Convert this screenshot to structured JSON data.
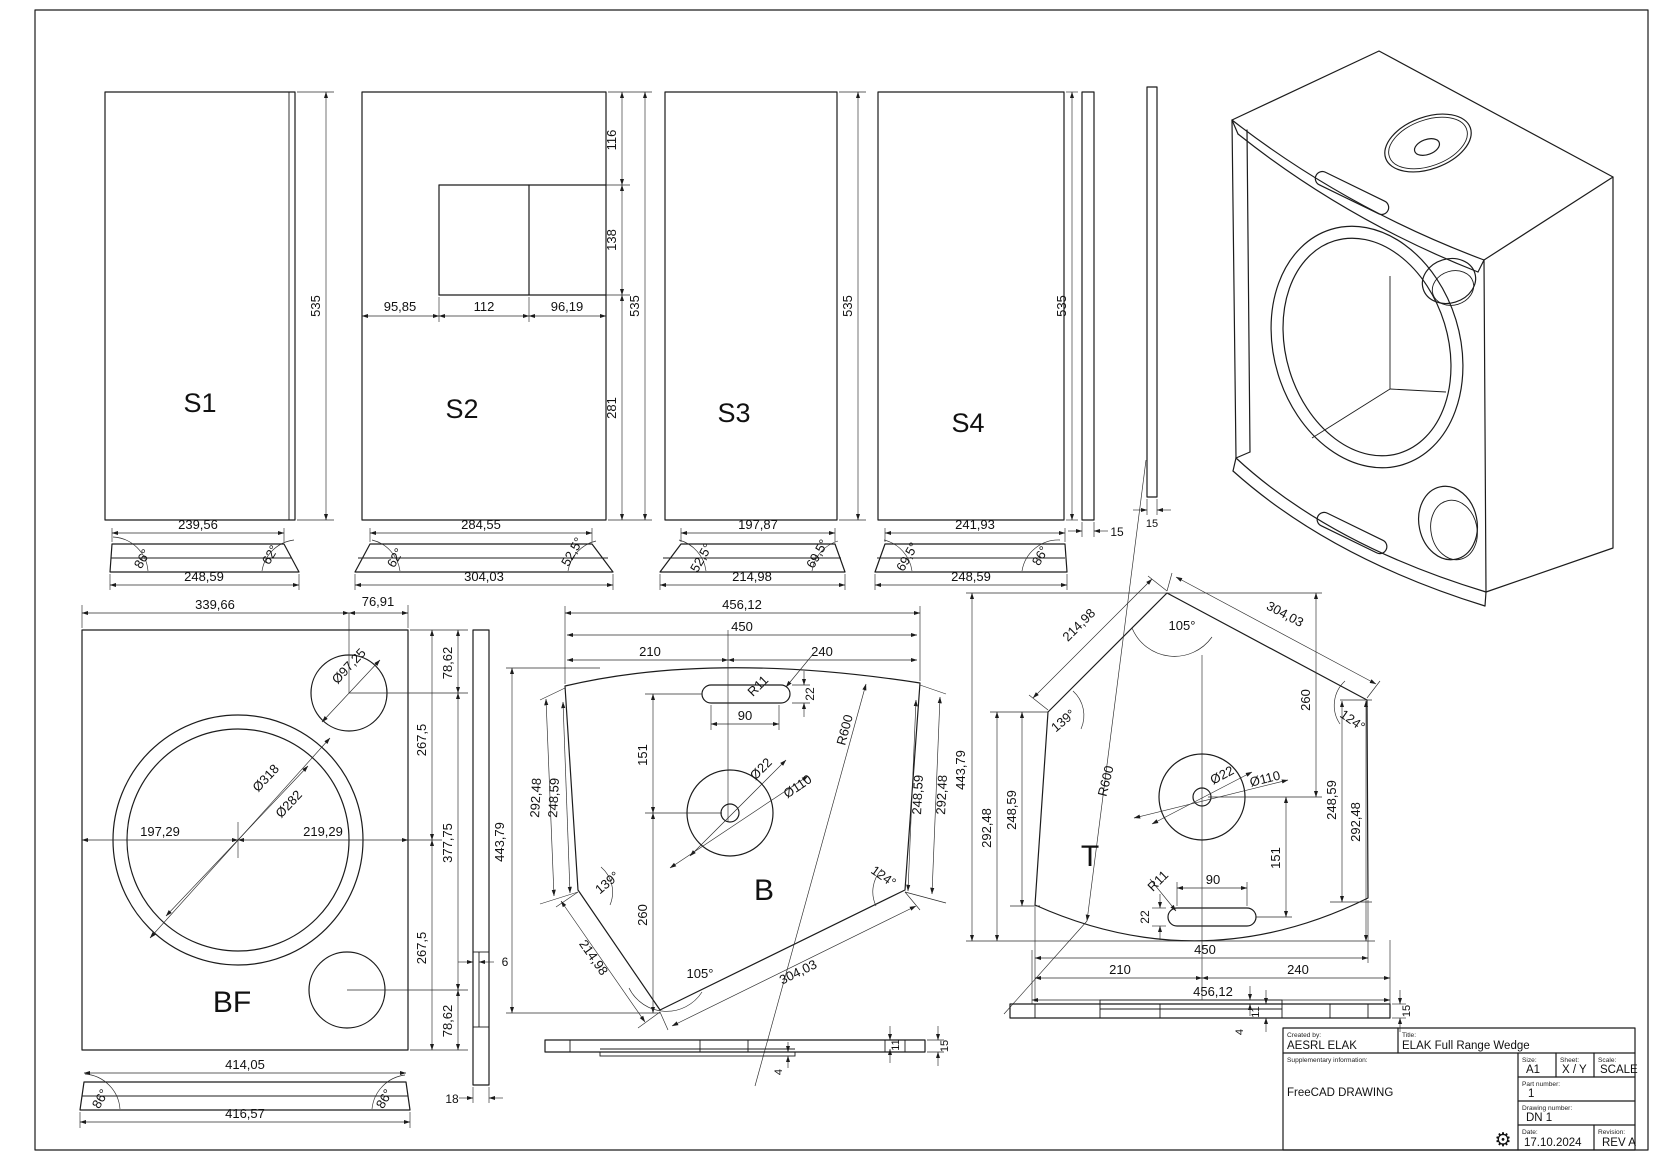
{
  "sheet": {
    "background": "#ffffff",
    "line_color": "#1c1c1c"
  },
  "s1": {
    "label": "S1",
    "height": "535",
    "top_width": "239,56",
    "angle_left": "86°",
    "angle_right": "62°",
    "bottom_width": "248,59"
  },
  "s2": {
    "label": "S2",
    "height": "535",
    "seg_top": "116",
    "seg_mid": "138",
    "seg_bottom": "281",
    "col_left": "95,85",
    "col_mid": "112",
    "col_right": "96,19",
    "top_width": "284,55",
    "angle_left": "62°",
    "angle_right": "52,5°",
    "bottom_width": "304,03"
  },
  "s3": {
    "label": "S3",
    "height": "535",
    "top_width": "197,87",
    "angle_left": "52,5°",
    "angle_right": "69,5°",
    "bottom_width": "214,98"
  },
  "s4": {
    "label": "S4",
    "height": "535",
    "top_width": "241,93",
    "angle_left": "69,5°",
    "angle_right": "86°",
    "bottom_width": "248,59",
    "thickness": "15"
  },
  "edge_view": {
    "thickness": "15"
  },
  "bf": {
    "label": "BF",
    "top_w1": "339,66",
    "top_w2": "76,91",
    "r_top": "78,62",
    "r_mid": "377,75",
    "r_bottom": "78,62",
    "c_top": "267,5",
    "c_bottom": "267,5",
    "dia_small": "Ø97,25",
    "dia_outer": "Ø318",
    "dia_inner": "Ø282",
    "cx_left": "197,29",
    "cx_right": "219,29",
    "bottom_w1": "414,05",
    "angle_left": "86°",
    "angle_right": "86°",
    "bottom_w2": "416,57",
    "step": "6",
    "thickness": "18"
  },
  "b": {
    "label": "B",
    "w_total": "456,12",
    "w_inner": "450",
    "w_left": "210",
    "w_right": "240",
    "slot_r": "R11",
    "slot_h": "22",
    "slot_w": "90",
    "slot_off": "151",
    "hole": "Ø22",
    "ring": "Ø110",
    "arc_r": "R600",
    "left_outer": "292,48",
    "left_inner": "248,59",
    "right_inner": "248,59",
    "right_outer": "292,48",
    "angle_left": "139°",
    "angle_right": "124°",
    "angle_bottom": "105°",
    "v_center": "260",
    "edge_left": "214,98",
    "edge_right": "304,03",
    "height": "443,79",
    "t_lip": "4",
    "t_recess": "11",
    "t_panel": "15"
  },
  "t": {
    "label": "T",
    "w_total": "456,12",
    "w_inner": "450",
    "w_left": "210",
    "w_right": "240",
    "slot_r": "R11",
    "slot_h": "22",
    "slot_w": "90",
    "slot_off": "151",
    "hole": "Ø22",
    "ring": "Ø110",
    "arc_r": "R600",
    "left_outer": "292,48",
    "left_inner": "248,59",
    "right_inner": "248,59",
    "right_outer": "292,48",
    "angle_left": "139°",
    "angle_right": "124°",
    "angle_top": "105°",
    "v_center": "260",
    "edge_left": "214,98",
    "edge_right": "304,03",
    "height": "443,79",
    "t_lip": "4",
    "t_recess": "11",
    "t_panel": "15"
  },
  "title_block": {
    "created_by_label": "Created by:",
    "created_by": "AESRL ELAK",
    "title_label": "Title:",
    "title": "ELAK Full Range Wedge",
    "supp_label": "Supplementary information:",
    "supp": "FreeCAD DRAWING",
    "size_label": "Size:",
    "size": "A1",
    "sheet_label": "Sheet:",
    "sheet": "X / Y",
    "scale_label": "Scale:",
    "scale": "SCALE",
    "part_label": "Part number:",
    "part": "1",
    "drawing_label": "Drawing number:",
    "drawing": "DN 1",
    "date_label": "Date:",
    "date": "17.10.2024",
    "rev_label": "Revision:",
    "rev": "REV A",
    "logo_glyph": "⚙"
  }
}
